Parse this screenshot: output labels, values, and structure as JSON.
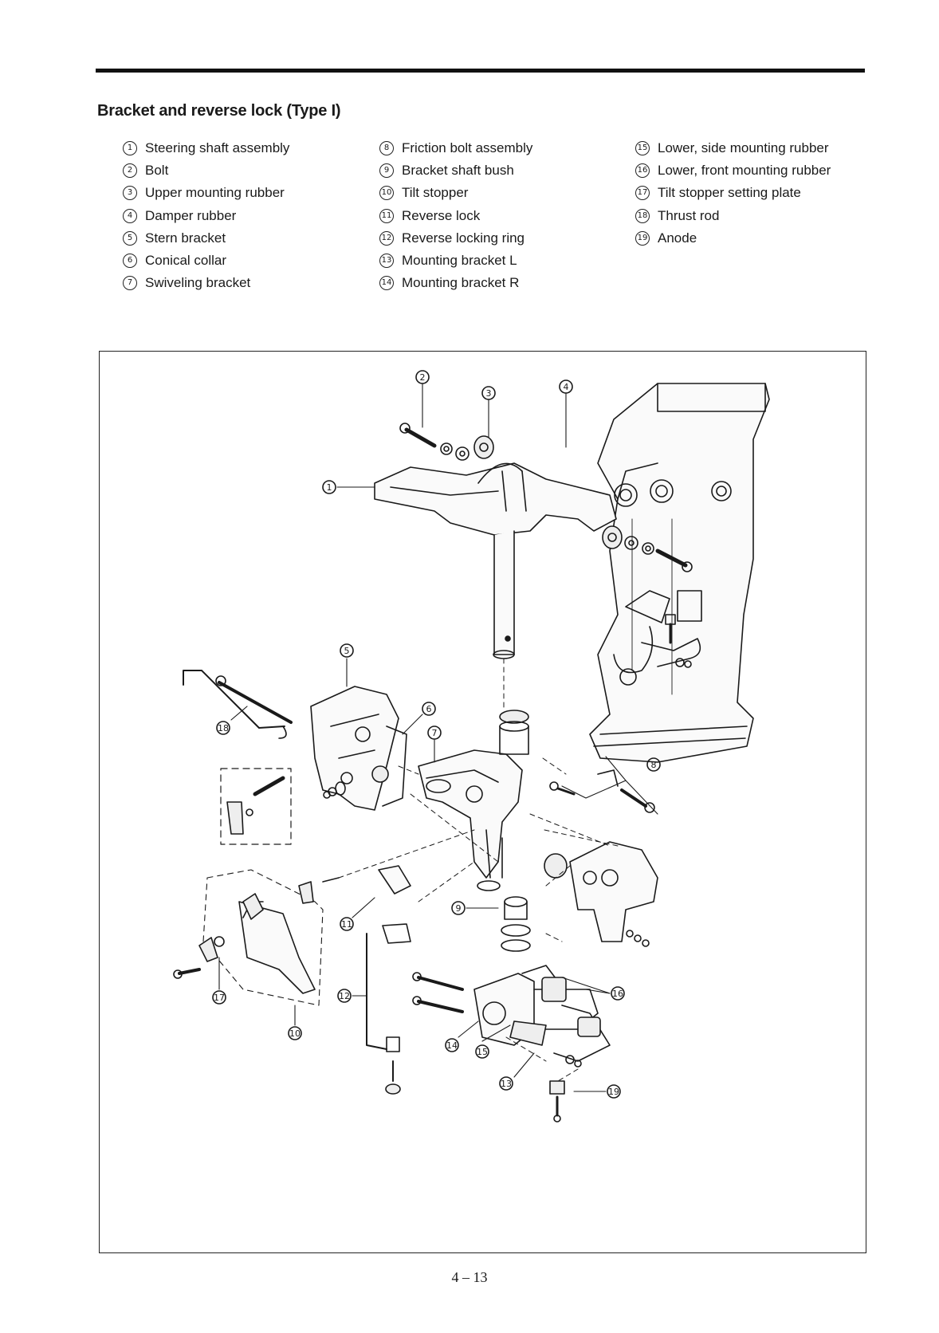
{
  "page": {
    "title": "Bracket and reverse lock (Type I)",
    "page_number": "4 – 13"
  },
  "legend": {
    "items": [
      {
        "num": "1",
        "label": "Steering shaft assembly"
      },
      {
        "num": "2",
        "label": "Bolt"
      },
      {
        "num": "3",
        "label": "Upper mounting rubber"
      },
      {
        "num": "4",
        "label": "Damper rubber"
      },
      {
        "num": "5",
        "label": "Stern bracket"
      },
      {
        "num": "6",
        "label": "Conical collar"
      },
      {
        "num": "7",
        "label": "Swiveling bracket"
      },
      {
        "num": "8",
        "label": "Friction bolt assembly"
      },
      {
        "num": "9",
        "label": "Bracket shaft bush"
      },
      {
        "num": "10",
        "label": "Tilt stopper"
      },
      {
        "num": "11",
        "label": "Reverse lock"
      },
      {
        "num": "12",
        "label": "Reverse locking ring"
      },
      {
        "num": "13",
        "label": "Mounting bracket L"
      },
      {
        "num": "14",
        "label": "Mounting bracket R"
      },
      {
        "num": "15",
        "label": "Lower, side mounting rubber"
      },
      {
        "num": "16",
        "label": "Lower, front mounting rubber"
      },
      {
        "num": "17",
        "label": "Tilt stopper setting plate"
      },
      {
        "num": "18",
        "label": "Thrust rod"
      },
      {
        "num": "19",
        "label": "Anode"
      }
    ]
  },
  "diagram": {
    "callouts": [
      {
        "num": "1"
      },
      {
        "num": "2"
      },
      {
        "num": "3"
      },
      {
        "num": "4"
      },
      {
        "num": "5"
      },
      {
        "num": "6"
      },
      {
        "num": "7"
      },
      {
        "num": "8"
      },
      {
        "num": "9"
      },
      {
        "num": "10"
      },
      {
        "num": "11"
      },
      {
        "num": "12"
      },
      {
        "num": "13"
      },
      {
        "num": "14"
      },
      {
        "num": "15"
      },
      {
        "num": "16"
      },
      {
        "num": "17"
      },
      {
        "num": "18"
      },
      {
        "num": "19"
      }
    ]
  }
}
